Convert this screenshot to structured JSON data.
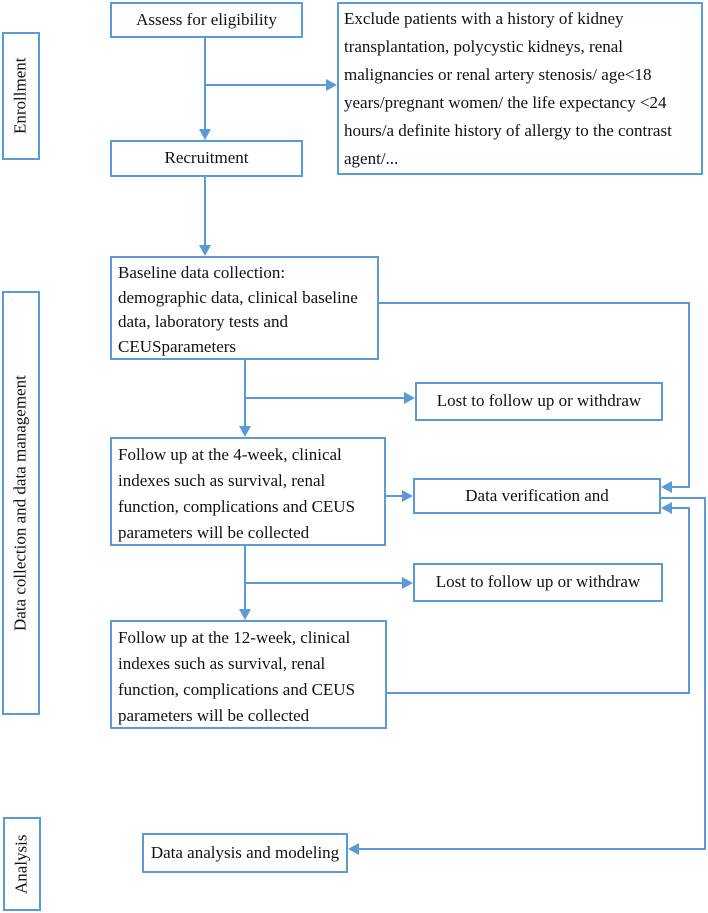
{
  "accent_color": "#5b9bd5",
  "background_color": "#ffffff",
  "stage_labels": {
    "enrollment": "Enrollment",
    "data_collection": "Data collection and data management",
    "analysis": "Analysis"
  },
  "boxes": {
    "assess": "Assess for eligibility",
    "exclude": "Exclude patients with a history of kidney\ntransplantation, polycystic kidneys, renal\nmalignancies or renal artery stenosis/ age<18\nyears/pregnant women/ the life expectancy <24\nhours/a definite history of allergy to the contrast\nagent/...",
    "recruitment": "Recruitment",
    "baseline": "Baseline data collection:\ndemographic data, clinical baseline\ndata, laboratory tests and\nCEUSparameters",
    "lost_followup_1": "Lost to follow up or withdraw",
    "followup_4week": "Follow up at the 4-week, clinical\nindexes such as survival, renal\nfunction, complications and CEUS\nparameters will be collected",
    "verification": "Data verification and",
    "lost_followup_2": "Lost to follow up or withdraw",
    "followup_12week": "Follow up at the 12-week, clinical\nindexes such as survival, renal\nfunction, complications and CEUS\nparameters will be collected",
    "analysis_modeling": "Data analysis and modeling"
  }
}
